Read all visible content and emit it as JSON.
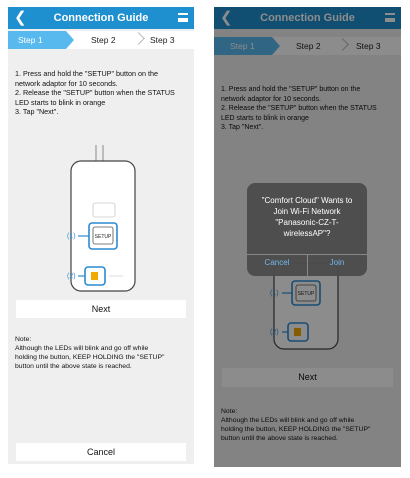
{
  "header": {
    "title": "Connection Guide"
  },
  "steps": [
    "Step 1",
    "Step 2",
    "Step 3"
  ],
  "instructions": [
    "1. Press and hold the \"SETUP\" button on the",
    "network adaptor for 10 seconds.",
    "2.  Release the \"SETUP\" button when the STATUS",
    "LED starts to blink in orange",
    "3. Tap  \"Next\"."
  ],
  "instructions_right": [
    "1. Press and hold the \"SETUP\" button on the",
    "network adaptor for 10 seconds.",
    "2.  Release the \"SETUP\" button when the STATUS",
    "LED starts to blink in orange",
    "3. Tap  \"Next\"."
  ],
  "device": {
    "setup_label": "SETUP",
    "callout_1": "(1)",
    "callout_2": "(2)"
  },
  "next_label": "Next",
  "note": {
    "title": "Note:",
    "lines": [
      "Although the LEDs will blink and go off while",
      "holding the button, KEEP HOLDING the \"SETUP\"",
      "button until the above state is reached."
    ]
  },
  "cancel_label": "Cancel",
  "dialog": {
    "lines": [
      "\"Comfort Cloud\" Wants to",
      "Join Wi-Fi Network",
      "\"Panasonic-CZ-T-",
      "wirelessAP\"?"
    ],
    "cancel": "Cancel",
    "join": "Join"
  },
  "colors": {
    "header": "#1e8fcf",
    "step_active": "#58b9ee",
    "callout": "#2c8ccf",
    "led": "#f2a900",
    "link": "#6fb8f0"
  }
}
